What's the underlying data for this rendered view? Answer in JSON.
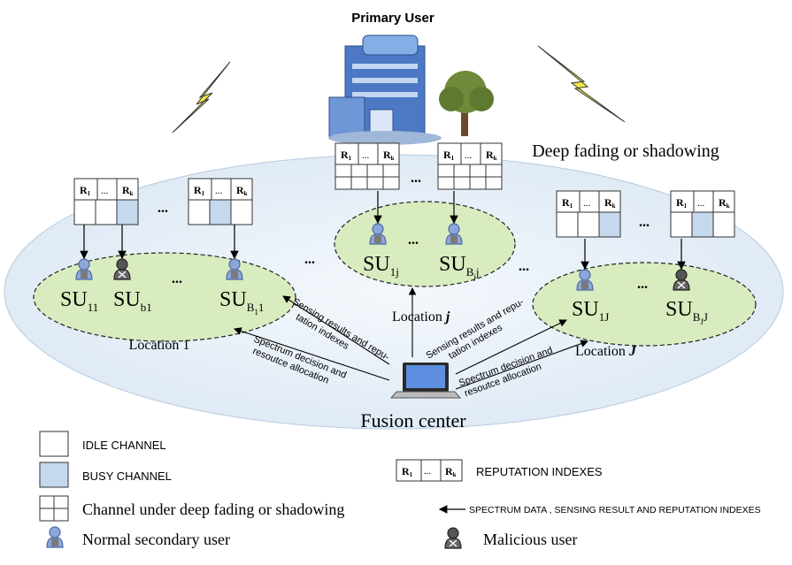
{
  "title": "Primary User",
  "fading_label": "Deep fading or shadowing",
  "fusion_center_label": "Fusion center",
  "locations": {
    "loc1": "Location 1",
    "locj_prefix": "Location ",
    "locj_var": "j",
    "locJ_prefix": "Location ",
    "locJ_var": "J"
  },
  "users": {
    "su11": {
      "base": "SU",
      "sub": "11"
    },
    "sub1": {
      "base": "SU",
      "sub": "b1"
    },
    "subl1": {
      "base": "SU",
      "sub": "B",
      "subsub": "1",
      "tail": "1"
    },
    "su1j": {
      "base": "SU",
      "sub": "1j"
    },
    "subjj": {
      "base": "SU",
      "sub": "B",
      "subsub": "j",
      "tail": "j"
    },
    "su1J": {
      "base": "SU",
      "sub": "1J"
    },
    "subJJ": {
      "base": "SU",
      "sub": "B",
      "subsub": "J",
      "tail": "J"
    }
  },
  "reputation": {
    "r1": "R",
    "r1_sub": "1",
    "dots": "...",
    "rk": "R",
    "rk_sub": "k"
  },
  "ellipsis": "...",
  "arrows": {
    "sense1_line1": "Sensing results and repu-",
    "sense1_line2": "tation indexes",
    "spec1_line1": "Spectrum decision and",
    "spec1_line2": "resoutce allocation",
    "senseJ_line1": "Sensing results and repu-",
    "senseJ_line2": "tation indexes",
    "specJ_line1": "Spectrum decision and",
    "specJ_line2": "resoutce allocation"
  },
  "legend": {
    "idle": "IDLE CHANNEL",
    "busy": "BUSY CHANNEL",
    "fading": "Channel under deep fading or shadowing",
    "normal": "Normal secondary user",
    "reputation": "REPUTATION INDEXES",
    "spectrum": "SPECTRUM DATA , SENSING RESULT AND REPUTATION INDEXES",
    "malicious": "Malicious user"
  },
  "colors": {
    "cell_bg": "#e6f0f8",
    "location_fill": "#d9ecbf",
    "busy": "#c5d8ee",
    "user_blue": "#7f9fd0",
    "malicious": "#444444"
  }
}
